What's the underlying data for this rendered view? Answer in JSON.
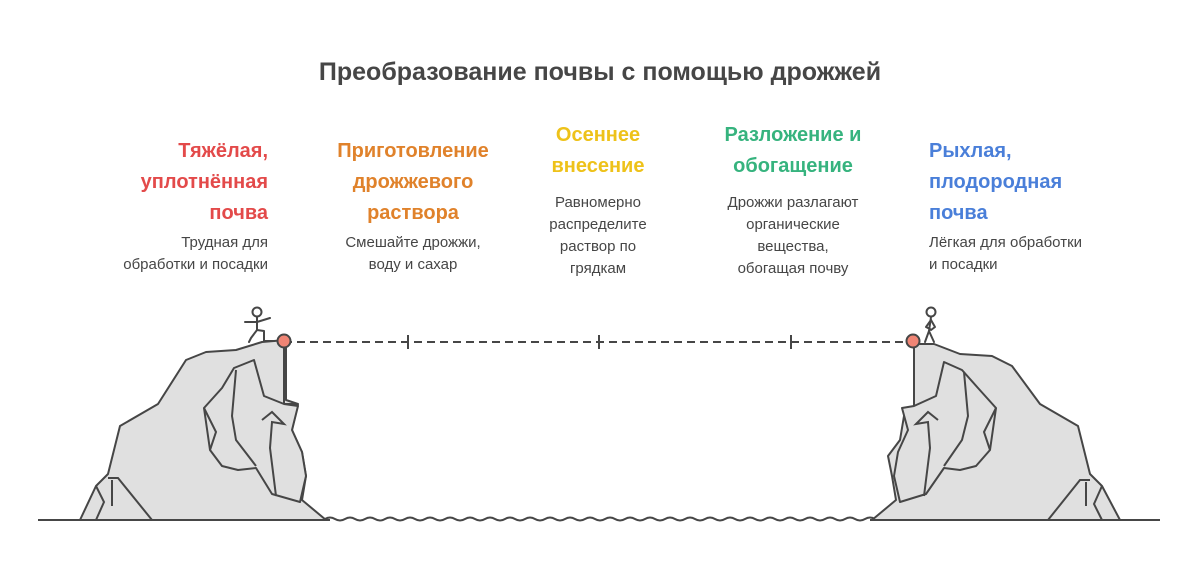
{
  "title": "Преобразование почвы с помощью дрожжей",
  "colors": {
    "text": "#464646",
    "rock_fill": "#e0e0e0",
    "rock_stroke": "#464646",
    "marker": "#f08575"
  },
  "steps": [
    {
      "heading": "Тяжёлая,\nуплотнённая\nпочва",
      "description": "Трудная для\nобработки и посадки",
      "color": "#e34a4a"
    },
    {
      "heading": "Приготовление\nдрожжевого\nраствора",
      "description": "Смешайте дрожжи,\nводу и сахар",
      "color": "#e0822b"
    },
    {
      "heading": "Осеннее\nвнесение",
      "description": "Равномерно\nраспределите\nраствор по\nгрядкам",
      "color": "#eec21a"
    },
    {
      "heading": "Разложение и\nобогащение",
      "description": "Дрожжи разлагают\nорганические\nвещества,\nобогащая почву",
      "color": "#36b37e"
    },
    {
      "heading": "Рыхлая,\nплодородная\nпочва",
      "description": "Лёгкая для обработки\nи посадки",
      "color": "#4a7fd9"
    }
  ]
}
